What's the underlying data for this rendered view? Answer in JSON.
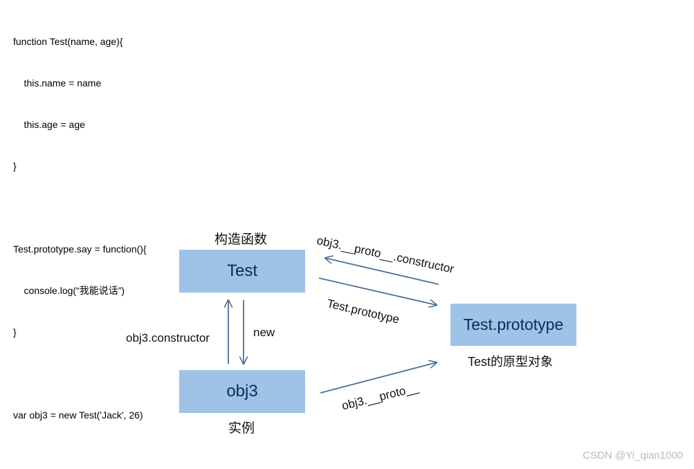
{
  "code": {
    "lines": [
      "function Test(name, age){",
      "    this.name = name",
      "    this.age = age",
      "}",
      "",
      "Test.prototype.say = function(){",
      "    console.log(“我能说话”)",
      "}",
      "",
      "var obj3 = new Test('Jack', 26)"
    ]
  },
  "diagram": {
    "nodes": {
      "test": {
        "label": "Test",
        "caption": "构造函数"
      },
      "prototype": {
        "label": "Test.prototype",
        "caption": "Test的原型对象"
      },
      "obj3": {
        "label": "obj3",
        "caption": "实例"
      }
    },
    "edges": {
      "proto_constructor": "obj3.__proto__.constructor",
      "test_prototype": "Test.prototype",
      "obj3_constructor": "obj3.constructor",
      "new": "new",
      "obj3_proto": "obj3.__proto__"
    },
    "arrow_color": "#4a6f94",
    "box_color": "#9dc3e6"
  },
  "watermark": "CSDN @Yi_qian1000"
}
